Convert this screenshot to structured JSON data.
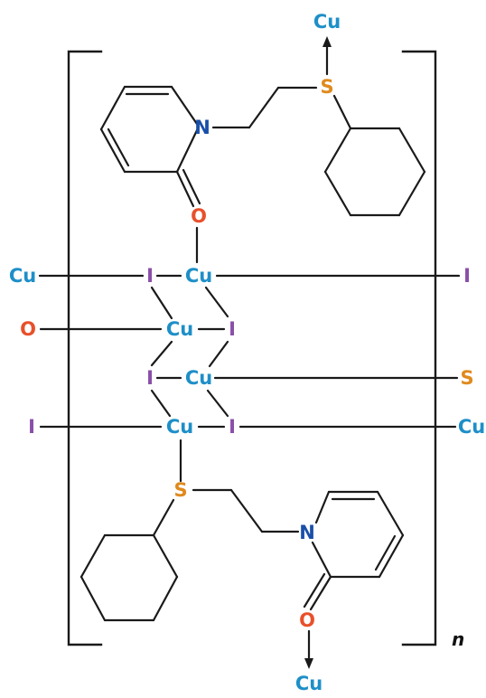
{
  "colors": {
    "Cu": "#1e8fc8",
    "I": "#8a4fa8",
    "S": "#e08a1e",
    "O": "#e8502a",
    "N": "#1a4fa8",
    "bond": "#1a1a1a"
  },
  "labels": {
    "repeat_subscript": "n"
  },
  "atoms": [
    {
      "id": "cu_top_ext",
      "symbol": "Cu"
    },
    {
      "id": "s_top",
      "symbol": "S"
    },
    {
      "id": "n_top",
      "symbol": "N"
    },
    {
      "id": "o_top",
      "symbol": "O"
    },
    {
      "id": "cu_left_ext",
      "symbol": "Cu"
    },
    {
      "id": "i1",
      "symbol": "I"
    },
    {
      "id": "cu1",
      "symbol": "Cu"
    },
    {
      "id": "i_right_ext",
      "symbol": "I"
    },
    {
      "id": "o_left_ext",
      "symbol": "O"
    },
    {
      "id": "cu2",
      "symbol": "Cu"
    },
    {
      "id": "i2",
      "symbol": "I"
    },
    {
      "id": "i3",
      "symbol": "I"
    },
    {
      "id": "cu3",
      "symbol": "Cu"
    },
    {
      "id": "s_right_ext",
      "symbol": "S"
    },
    {
      "id": "i_left_ext",
      "symbol": "I"
    },
    {
      "id": "cu4",
      "symbol": "Cu"
    },
    {
      "id": "i4",
      "symbol": "I"
    },
    {
      "id": "cu_right_ext",
      "symbol": "Cu"
    },
    {
      "id": "s_bottom",
      "symbol": "S"
    },
    {
      "id": "n_bottom",
      "symbol": "N"
    },
    {
      "id": "o_bottom",
      "symbol": "O"
    },
    {
      "id": "cu_bottom_ext",
      "symbol": "Cu"
    }
  ]
}
